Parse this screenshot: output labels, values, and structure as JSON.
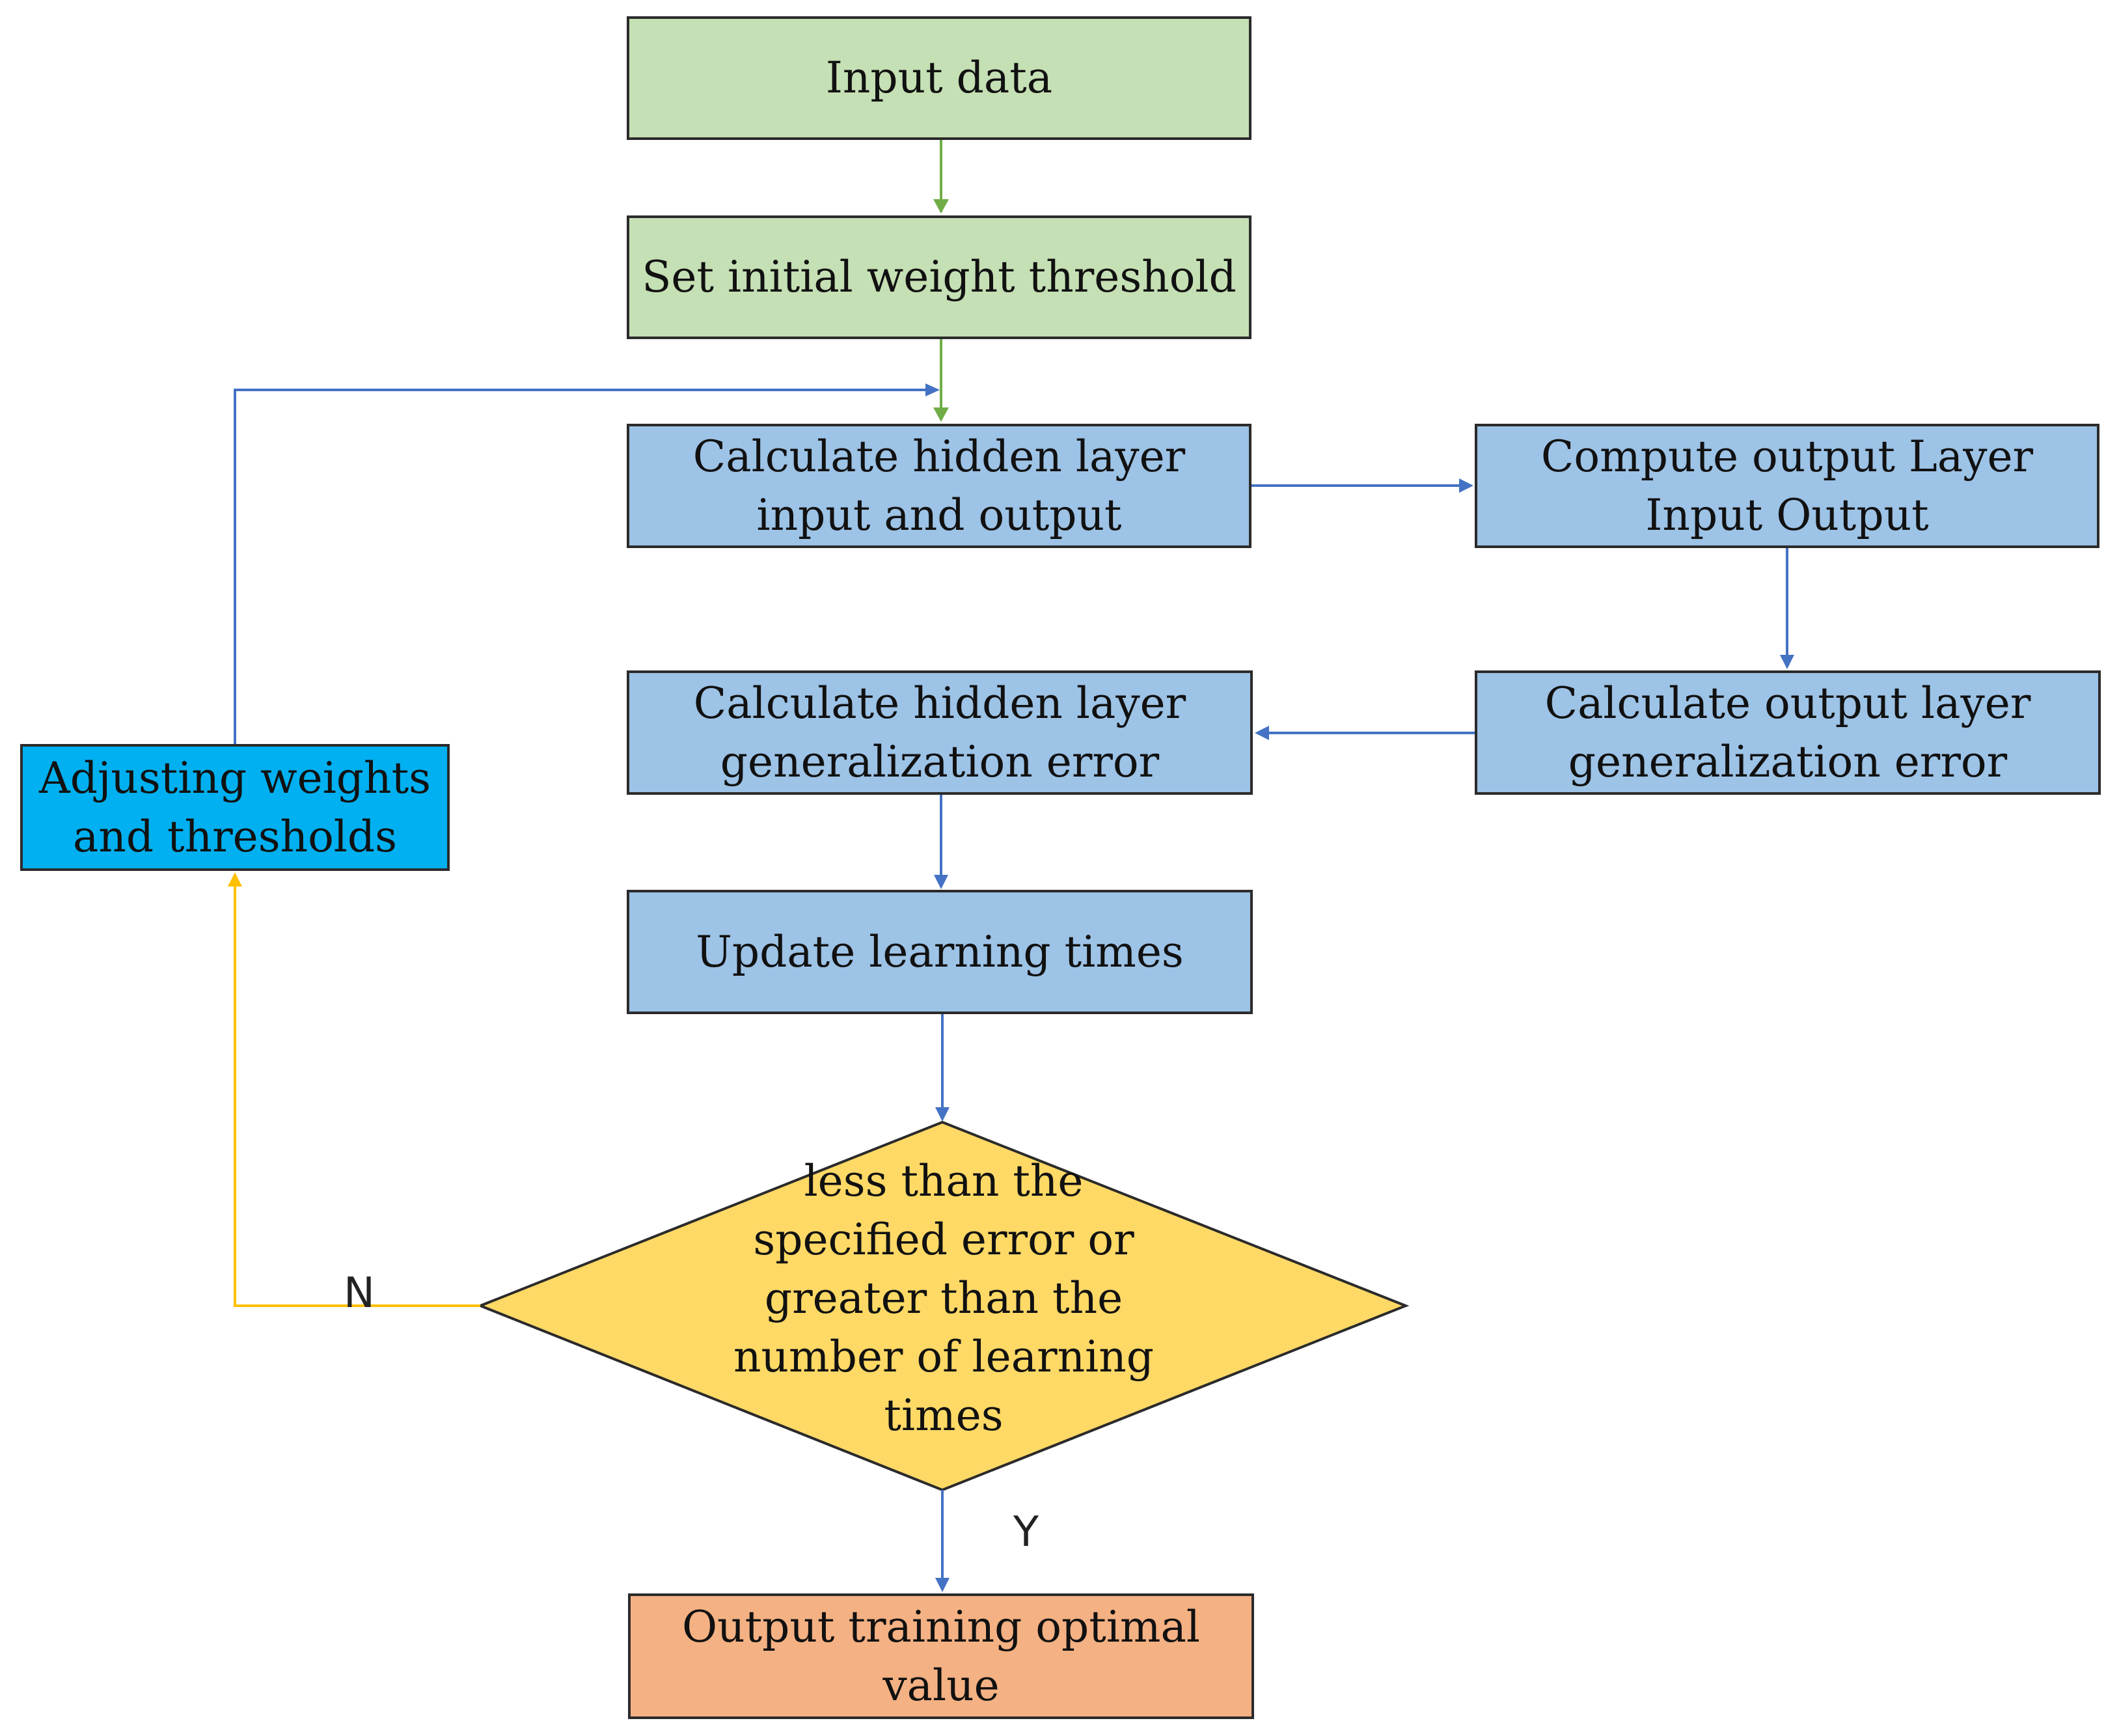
{
  "diagram": {
    "colors": {
      "start_green": "#c5e0b4",
      "process_blue": "#9dc3e6",
      "adjust_cyan": "#00b0f0",
      "decision_yellow": "#ffd966",
      "output_orange": "#f4b183",
      "arrow_green": "#70ad47",
      "arrow_blue": "#4472c4",
      "arrow_yellow": "#ffc000"
    },
    "nodes": {
      "input_data": "Input data",
      "set_initial": "Set initial weight threshold",
      "calc_hidden_io": "Calculate hidden layer\ninput and output",
      "compute_output_io": "Compute output Layer\nInput Output",
      "calc_output_err": "Calculate output layer\ngeneralization error",
      "calc_hidden_err": "Calculate hidden layer\ngeneralization error",
      "update_times": "Update learning times",
      "adjust": "Adjusting weights\nand thresholds",
      "decision": "less than the\nspecified error or\ngreater than the\nnumber of learning\ntimes",
      "output_value": "Output training optimal\nvalue"
    },
    "edge_labels": {
      "no": "N",
      "yes": "Y"
    }
  }
}
